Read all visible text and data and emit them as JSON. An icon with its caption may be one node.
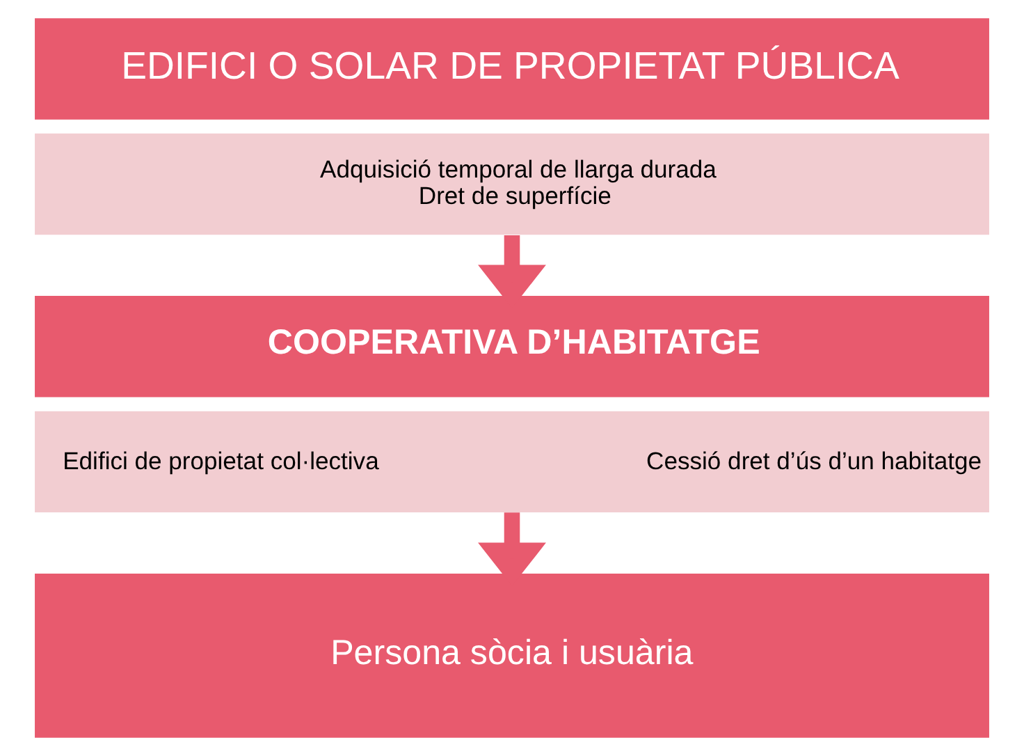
{
  "diagram": {
    "nodes": [
      {
        "text": [
          "EDIFICI O SOLAR DE PROPIETAT PÚBLICA"
        ]
      },
      {
        "text": [
          "Adquisició temporal de llarga durada",
          "Dret de superfície"
        ]
      },
      {
        "text": [
          "COOPERATIVA D’HABITATGE"
        ]
      },
      {
        "text": [
          "Edifici de propietat col·lectiva",
          "Cessió dret d’ús d’un habitatge"
        ]
      },
      {
        "text": [
          "Persona sòcia i usuària"
        ]
      }
    ],
    "edges": [
      {
        "from": 1,
        "to": 2,
        "arrow": "to"
      },
      {
        "from": 3,
        "to": 4,
        "arrow": "to"
      }
    ]
  }
}
